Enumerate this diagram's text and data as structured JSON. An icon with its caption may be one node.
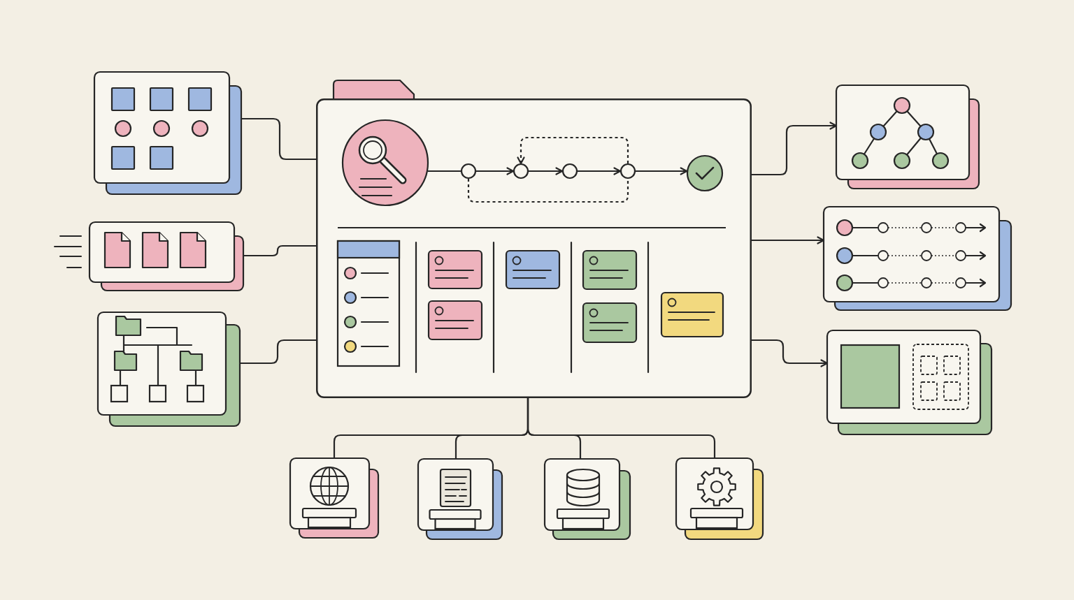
{
  "diagram": {
    "nodes": [
      {
        "text": [],
        "shape": "picture"
      },
      {
        "text": [],
        "shape": "picture"
      },
      {
        "text": [],
        "shape": "picture"
      },
      {
        "text": [],
        "shape": "box"
      },
      {
        "text": [],
        "shape": "picture",
        "in": 3
      },
      {
        "text": [],
        "shape": "circle",
        "in": 3
      },
      {
        "text": [],
        "shape": "circle",
        "in": 3
      },
      {
        "text": [],
        "shape": "circle",
        "in": 3
      },
      {
        "text": [],
        "shape": "circle",
        "in": 3
      },
      {
        "text": [],
        "shape": "circle",
        "in": 3
      },
      {
        "text": [],
        "shape": "picture"
      },
      {
        "text": [],
        "shape": "picture"
      },
      {
        "text": [],
        "shape": "picture"
      },
      {
        "text": [],
        "shape": "picture"
      },
      {
        "text": [],
        "shape": "picture"
      },
      {
        "text": [],
        "shape": "picture"
      },
      {
        "text": [],
        "shape": "picture"
      }
    ],
    "edges": [
      {
        "from": 0,
        "to": 3,
        "arrow": "none"
      },
      {
        "from": 1,
        "to": 3,
        "arrow": "none"
      },
      {
        "from": 2,
        "to": 3,
        "arrow": "none"
      },
      {
        "from": 4,
        "to": 5,
        "arrow": "none"
      },
      {
        "from": 5,
        "to": 6,
        "arrow": "to"
      },
      {
        "from": 6,
        "to": 7,
        "arrow": "to"
      },
      {
        "from": 7,
        "to": 8,
        "arrow": "to"
      },
      {
        "from": 8,
        "to": 9,
        "arrow": "to"
      },
      {
        "from": 5,
        "to": 8,
        "arrow": "none",
        "style": "dashed"
      },
      {
        "from": 8,
        "to": 6,
        "arrow": "to",
        "style": "dashed"
      },
      {
        "from": 3,
        "to": 10,
        "arrow": "to"
      },
      {
        "from": 3,
        "to": 11,
        "arrow": "to"
      },
      {
        "from": 3,
        "to": 12,
        "arrow": "to"
      },
      {
        "from": 3,
        "to": 13,
        "arrow": "none"
      },
      {
        "from": 3,
        "to": 14,
        "arrow": "none"
      },
      {
        "from": 3,
        "to": 15,
        "arrow": "none"
      },
      {
        "from": 3,
        "to": 16,
        "arrow": "none"
      }
    ]
  }
}
